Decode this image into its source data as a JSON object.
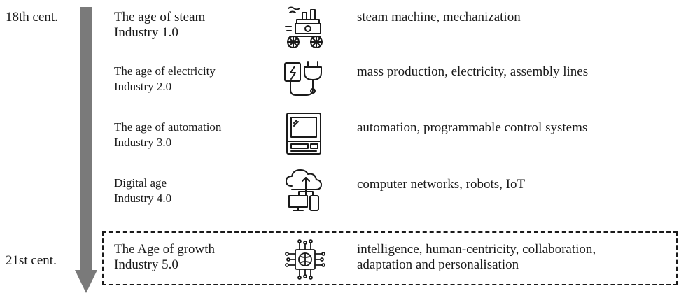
{
  "timeline": {
    "start_label": "18th cent.",
    "end_label": "21st cent."
  },
  "stages": [
    {
      "title": "The age of steam",
      "subtitle": "Industry 1.0",
      "icon": "steam-machine-icon",
      "description": "steam machine, mechanization"
    },
    {
      "title": "The age of electricity",
      "subtitle": "Industry 2.0",
      "icon": "plug-lightning-icon",
      "description": "mass production, electricity, assembly lines"
    },
    {
      "title": "The age of automation",
      "subtitle": "Industry 3.0",
      "icon": "computer-terminal-icon",
      "description": "automation, programmable control systems"
    },
    {
      "title": "Digital age",
      "subtitle": "Industry 4.0",
      "icon": "cloud-network-icon",
      "description": "computer networks, robots, IoT"
    },
    {
      "title": "The Age of growth",
      "subtitle": "Industry 5.0",
      "icon": "ai-chip-brain-icon",
      "description_line1": "intelligence, human-centricity, collaboration,",
      "description_line2": "adaptation and personalisation"
    }
  ],
  "colors": {
    "arrow": "#7a7a7a",
    "text": "#1a1a1a"
  }
}
